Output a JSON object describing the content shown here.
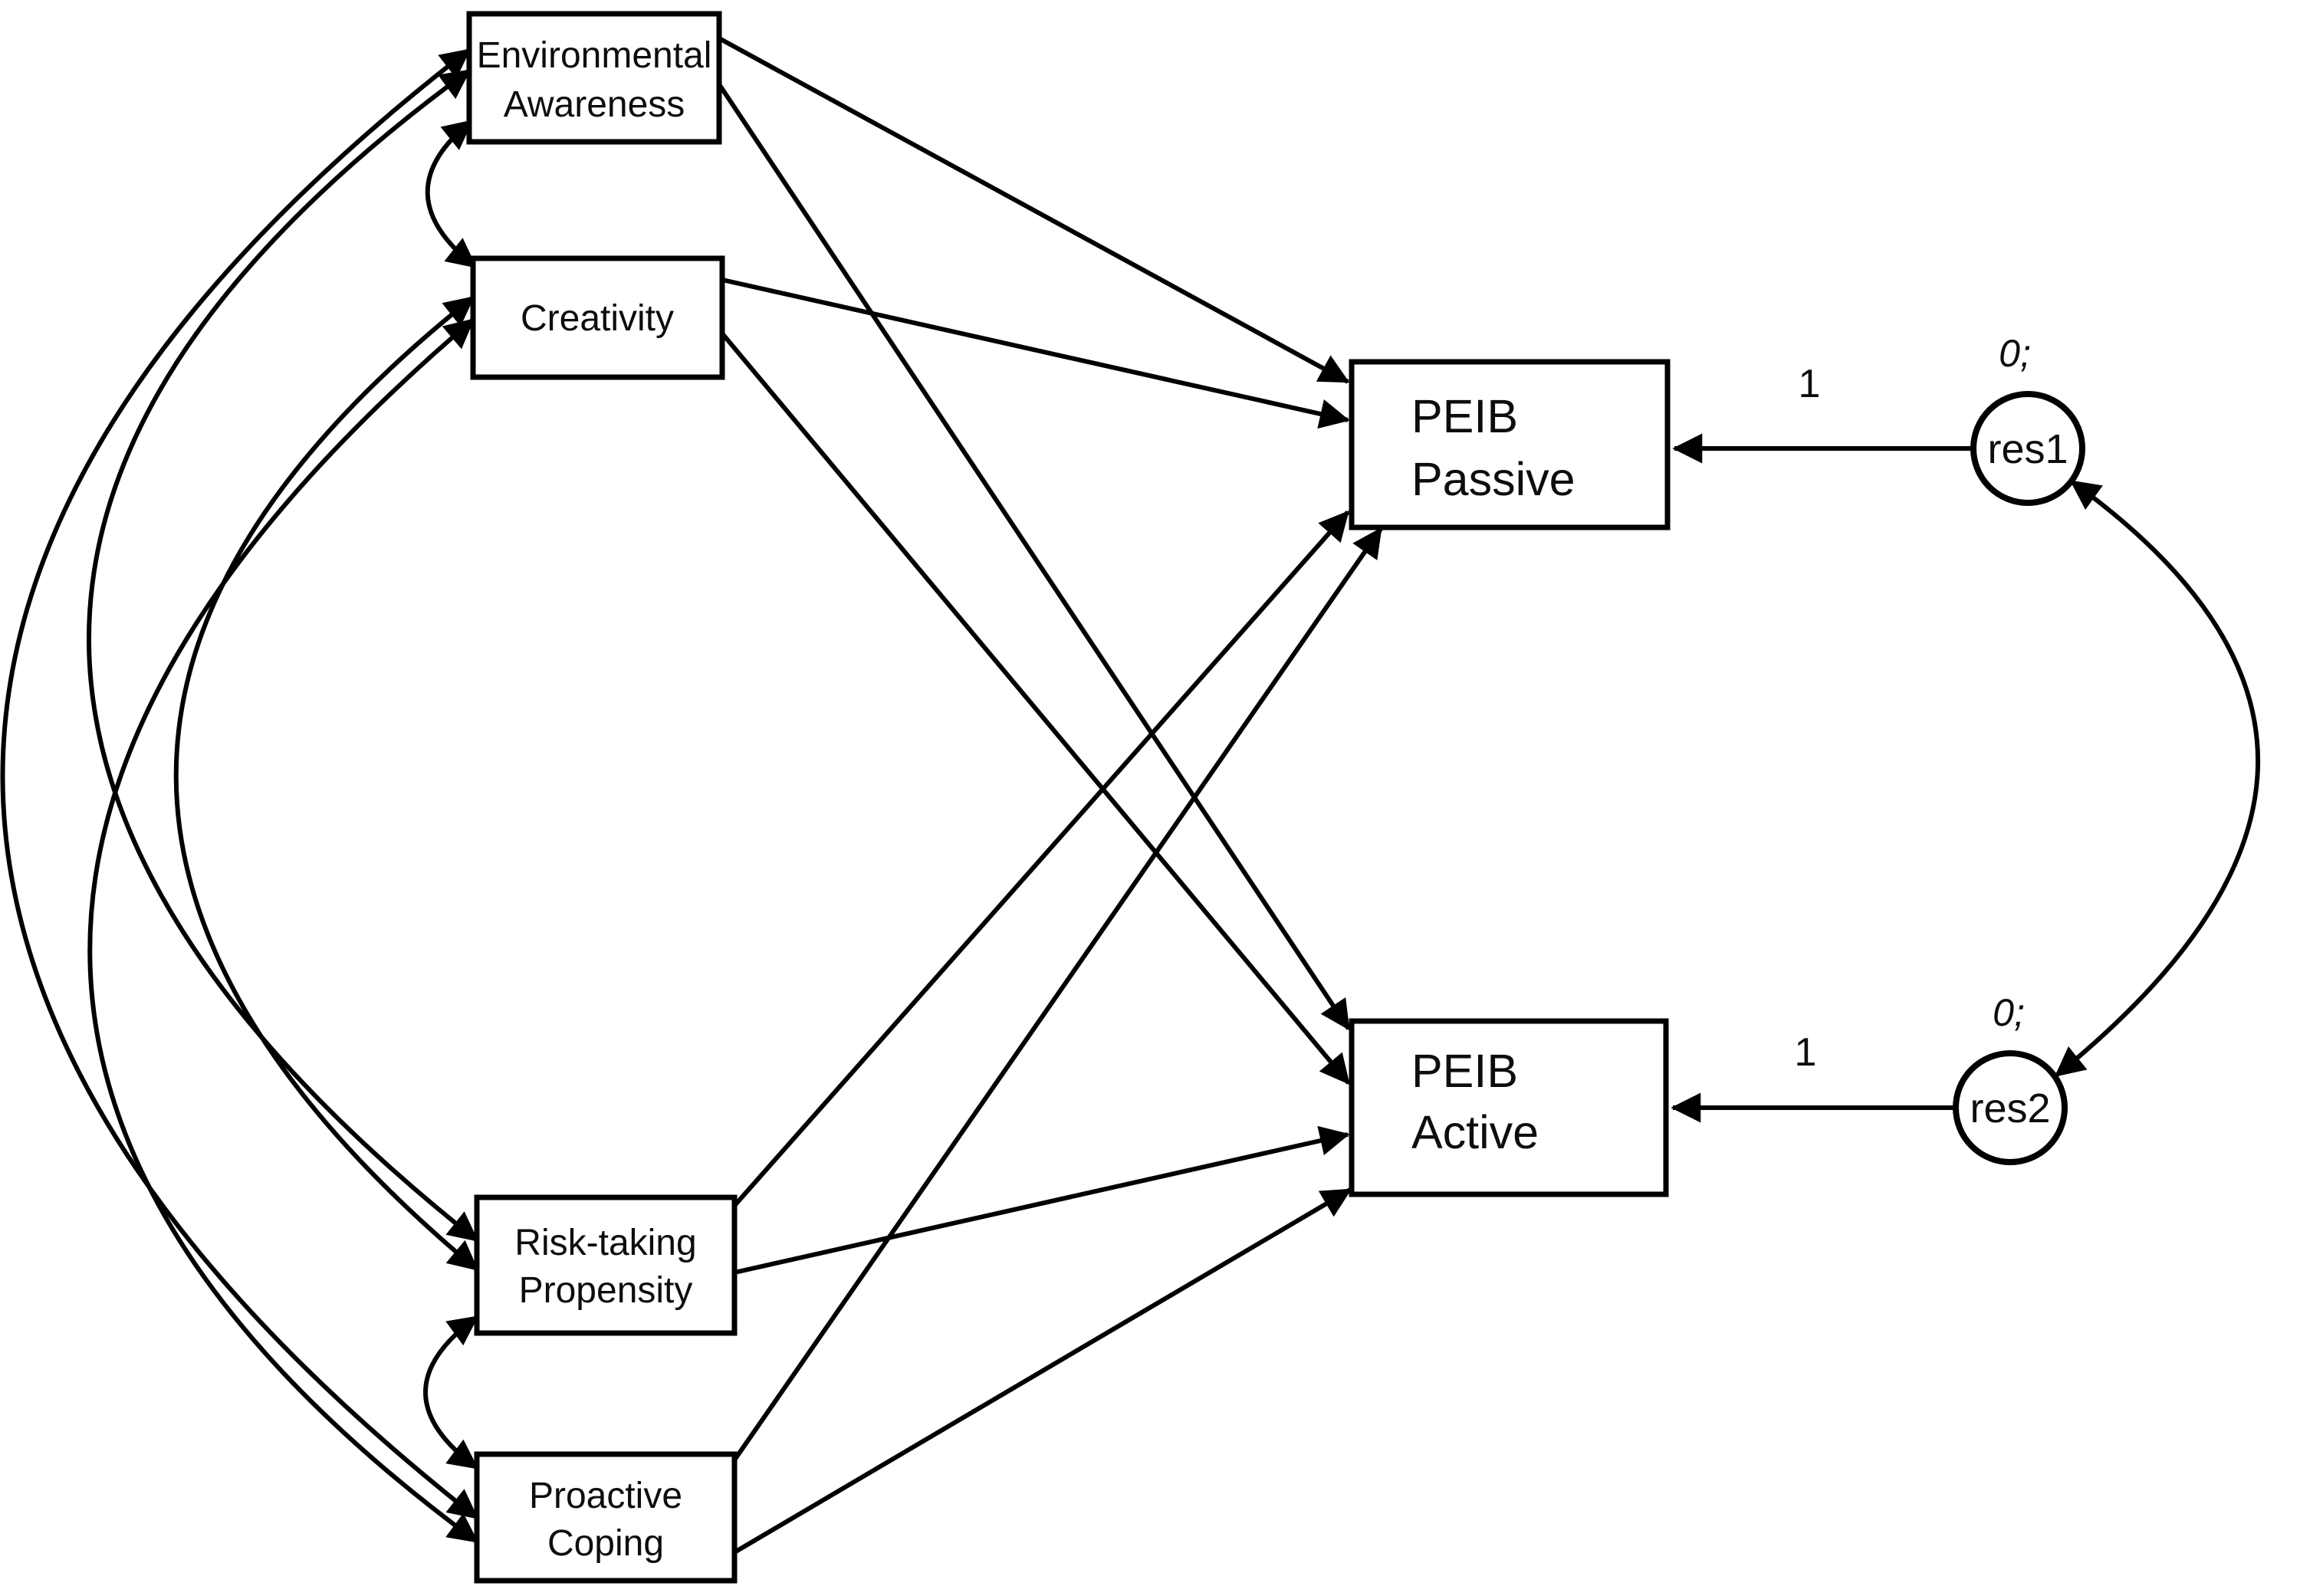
{
  "figure": {
    "background_color": "#ffffff",
    "line_color": "#000000",
    "text_color": "#0d0d0d"
  },
  "nodes": {
    "environmental_awareness": {
      "type": "observed-predictor",
      "lines": [
        "Environmental",
        "Awareness"
      ]
    },
    "creativity": {
      "type": "observed-predictor",
      "lines": [
        "Creativity"
      ]
    },
    "risk_taking_propensity": {
      "type": "observed-predictor",
      "lines": [
        "Risk-taking",
        "Propensity"
      ]
    },
    "proactive_coping": {
      "type": "observed-predictor",
      "lines": [
        "Proactive",
        "Coping"
      ]
    },
    "peib_passive": {
      "type": "observed-outcome",
      "lines": [
        "PEIB",
        "Passive"
      ]
    },
    "peib_active": {
      "type": "observed-outcome",
      "lines": [
        "PEIB",
        "Active"
      ]
    },
    "res1": {
      "type": "residual",
      "label": "res1",
      "variance_label": "0;"
    },
    "res2": {
      "type": "residual",
      "label": "res2",
      "variance_label": "0;"
    }
  },
  "edges": {
    "res1_to_peib_passive": {
      "label": "1"
    },
    "res2_to_peib_active": {
      "label": "1"
    }
  }
}
